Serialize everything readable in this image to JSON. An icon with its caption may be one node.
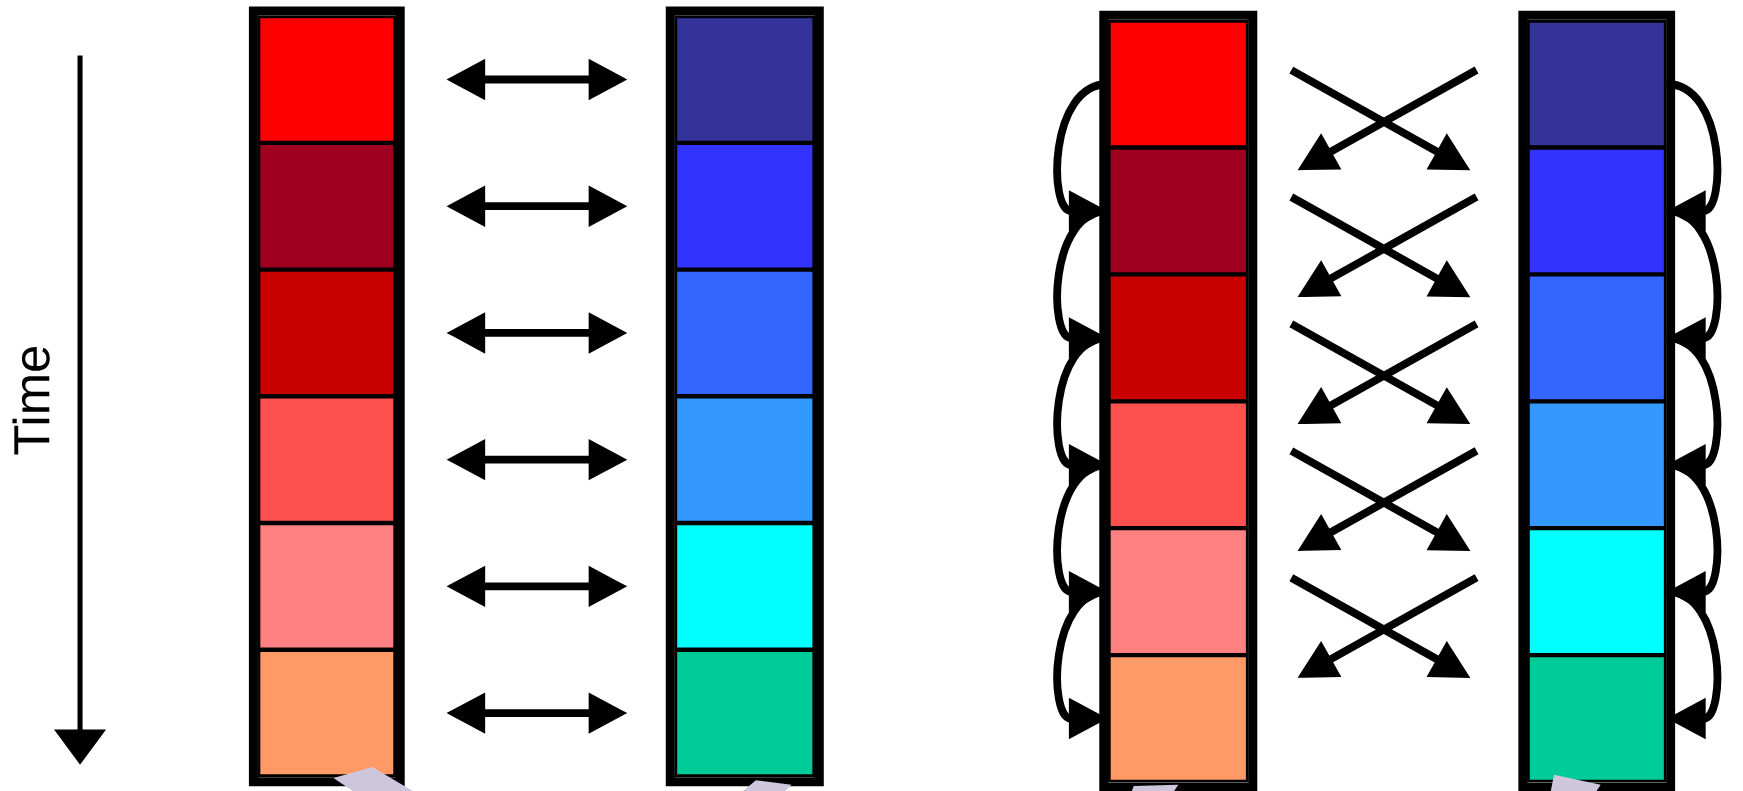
{
  "diagram": {
    "nodes": [
      {
        "text": [],
        "shape": "box"
      },
      {
        "text": [],
        "shape": "box",
        "in": 0
      },
      {
        "text": [],
        "shape": "box",
        "in": 0
      },
      {
        "text": [],
        "shape": "box",
        "in": 0
      },
      {
        "text": [],
        "shape": "box",
        "in": 0
      },
      {
        "text": [],
        "shape": "box",
        "in": 0
      },
      {
        "text": [],
        "shape": "box",
        "in": 0
      },
      {
        "text": [],
        "shape": "box"
      },
      {
        "text": [],
        "shape": "box",
        "in": 7
      },
      {
        "text": [],
        "shape": "box",
        "in": 7
      },
      {
        "text": [],
        "shape": "box",
        "in": 7
      },
      {
        "text": [],
        "shape": "box",
        "in": 7
      },
      {
        "text": [],
        "shape": "box",
        "in": 7
      },
      {
        "text": [],
        "shape": "box",
        "in": 7
      },
      {
        "text": [],
        "shape": "box"
      },
      {
        "text": [],
        "shape": "box",
        "in": 14
      },
      {
        "text": [],
        "shape": "box",
        "in": 14
      },
      {
        "text": [],
        "shape": "box",
        "in": 14
      },
      {
        "text": [],
        "shape": "box",
        "in": 14
      },
      {
        "text": [],
        "shape": "box",
        "in": 14
      },
      {
        "text": [],
        "shape": "box",
        "in": 14
      },
      {
        "text": [],
        "shape": "box"
      },
      {
        "text": [],
        "shape": "box",
        "in": 21
      },
      {
        "text": [],
        "shape": "box",
        "in": 21
      },
      {
        "text": [],
        "shape": "box",
        "in": 21
      },
      {
        "text": [],
        "shape": "box",
        "in": 21
      },
      {
        "text": [],
        "shape": "box",
        "in": 21
      },
      {
        "text": [],
        "shape": "box",
        "in": 21
      }
    ],
    "edges": [
      {
        "from": 1,
        "to": 8,
        "arrow": "both"
      },
      {
        "from": 2,
        "to": 9,
        "arrow": "both"
      },
      {
        "from": 3,
        "to": 10,
        "arrow": "both"
      },
      {
        "from": 4,
        "to": 11,
        "arrow": "both"
      },
      {
        "from": 5,
        "to": 12,
        "arrow": "both"
      },
      {
        "from": 6,
        "to": 13,
        "arrow": "both"
      },
      {
        "from": 15,
        "to": 16,
        "arrow": "to"
      },
      {
        "from": 16,
        "to": 17,
        "arrow": "to"
      },
      {
        "from": 17,
        "to": 18,
        "arrow": "to"
      },
      {
        "from": 18,
        "to": 19,
        "arrow": "to"
      },
      {
        "from": 19,
        "to": 20,
        "arrow": "to"
      },
      {
        "from": 15,
        "to": 23,
        "arrow": "to"
      },
      {
        "from": 22,
        "to": 16,
        "arrow": "to"
      },
      {
        "from": 16,
        "to": 24,
        "arrow": "to"
      },
      {
        "from": 23,
        "to": 17,
        "arrow": "to"
      },
      {
        "from": 17,
        "to": 25,
        "arrow": "to"
      },
      {
        "from": 24,
        "to": 18,
        "arrow": "to"
      },
      {
        "from": 18,
        "to": 26,
        "arrow": "to"
      },
      {
        "from": 25,
        "to": 19,
        "arrow": "to"
      },
      {
        "from": 19,
        "to": 27,
        "arrow": "to"
      },
      {
        "from": 26,
        "to": 20,
        "arrow": "to"
      },
      {
        "from": 22,
        "to": 23,
        "arrow": "to"
      },
      {
        "from": 23,
        "to": 24,
        "arrow": "to"
      },
      {
        "from": 24,
        "to": 25,
        "arrow": "to"
      },
      {
        "from": 25,
        "to": 26,
        "arrow": "to"
      },
      {
        "from": 26,
        "to": 27,
        "arrow": "to"
      }
    ],
    "labels": [
      "Time"
    ]
  }
}
